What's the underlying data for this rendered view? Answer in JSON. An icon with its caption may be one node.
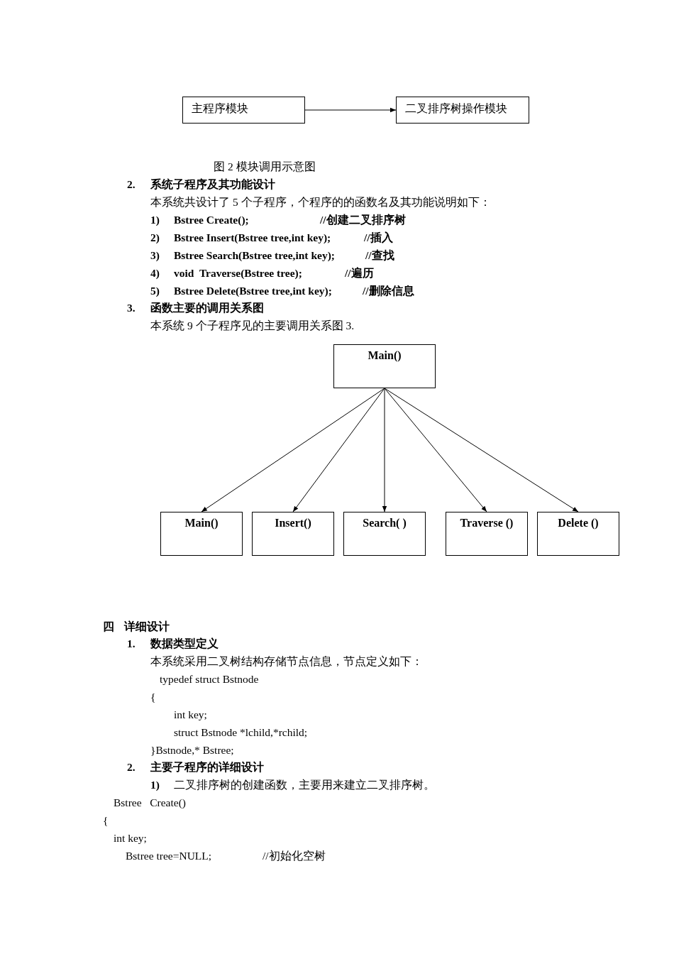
{
  "diagram": {
    "nodes": [
      {
        "text": [
          "主程序模块"
        ]
      },
      {
        "text": [
          "二叉排序树操作模块"
        ]
      },
      {
        "text": [
          "Main()"
        ]
      },
      {
        "text": [
          "Main()"
        ]
      },
      {
        "text": [
          "Insert()"
        ]
      },
      {
        "text": [
          "Search( )"
        ]
      },
      {
        "text": [
          "Traverse ()"
        ]
      },
      {
        "text": [
          "Delete ()"
        ]
      }
    ],
    "edges": [
      {
        "from": 0,
        "to": 1,
        "arrow": "to"
      },
      {
        "from": 2,
        "to": 3,
        "arrow": "to"
      },
      {
        "from": 2,
        "to": 4,
        "arrow": "to"
      },
      {
        "from": 2,
        "to": 5,
        "arrow": "to"
      },
      {
        "from": 2,
        "to": 6,
        "arrow": "to"
      },
      {
        "from": 2,
        "to": 7,
        "arrow": "to"
      }
    ],
    "labels": [
      "图 2 模块调用示意图",
      "2.",
      "系统子程序及其功能设计",
      "本系统共设计了 5 个子程序，个程序的的函数名及其功能说明如下：",
      "1)",
      "Bstree Create();",
      "//创建二叉排序树",
      "2)",
      "Bstree Insert(Bstree tree,int key);",
      "//插入",
      "3)",
      "Bstree Search(Bstree tree,int key);",
      "//查找",
      "4)",
      "void  Traverse(Bstree tree);",
      "//遍历",
      "5)",
      "Bstree Delete(Bstree tree,int key);",
      "//删除信息",
      "3.",
      "函数主要的调用关系图",
      "本系统 9 个子程序见的主要调用关系图 3.",
      "四",
      "详细设计",
      "1.",
      "数据类型定义",
      "本系统采用二叉树结构存储节点信息，节点定义如下：",
      "typedef struct Bstnode",
      "{",
      "int key;",
      "struct Bstnode *lchild,*rchild;",
      "}Bstnode,* Bstree;",
      "2.",
      "主要子程序的详细设计",
      "1)",
      "二叉排序树的创建函数，主要用来建立二叉排序树。",
      "Bstree   Create()",
      "{",
      "int key;",
      "Bstree tree=NULL;",
      "//初始化空树"
    ]
  }
}
